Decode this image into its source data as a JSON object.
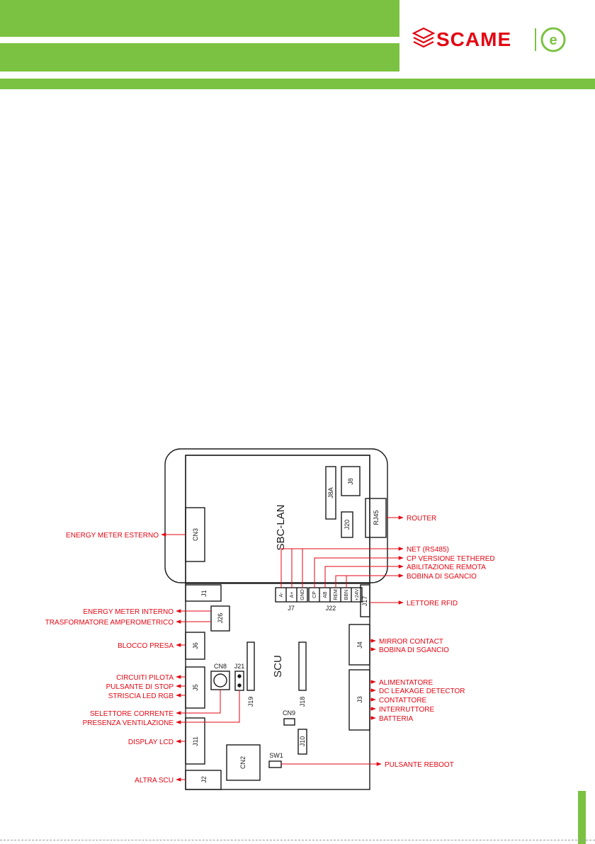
{
  "brand": {
    "name": "SCAME",
    "mark": "e",
    "color": "#7cc242",
    "logo_red": "#e30613"
  },
  "board": {
    "sbc_title": "SBC-LAN",
    "scu_title": "SCU",
    "connectors": {
      "cn3": "CN3",
      "j8a": "J8A",
      "j8": "J8",
      "rj45": "RJ45",
      "j20": "J20",
      "j1": "J1",
      "j7": "J7",
      "j22": "J22",
      "j17": "J17",
      "j26": "J26",
      "j6": "J6",
      "j4": "J4",
      "j5": "J5",
      "cn8": "CN8",
      "j21": "J21",
      "j19": "J19",
      "j18": "J18",
      "j3": "J3",
      "cn9": "CN9",
      "j11": "J11",
      "j10": "J10",
      "cn2": "CN2",
      "sw1": "SW1",
      "j2": "J2"
    },
    "pins_j7": [
      "A-",
      "A+",
      "GND"
    ],
    "pins_j22": [
      "CP",
      "AB",
      "REM",
      "BBN",
      "+24V"
    ]
  },
  "labels": {
    "router": "ROUTER",
    "energy_meter_esterno": "ENERGY METER ESTERNO",
    "net": "NET (RS485)",
    "cp_tethered": "CP VERSIONE TETHERED",
    "abilitazione_remota": "ABILITAZIONE REMOTA",
    "bobina_sgancio_1": "BOBINA DI SGANCIO",
    "lettore_rfid": "LETTORE RFID",
    "energy_meter_interno": "ENERGY METER INTERNO",
    "trasformatore": "TRASFORMATORE AMPEROMETRICO",
    "blocco_presa": "BLOCCO PRESA",
    "mirror_contact": "MIRROR CONTACT",
    "bobina_sgancio_2": "BOBINA DI SGANCIO",
    "circuiti_pilota": "CIRCUITI PILOTA",
    "pulsante_stop": "PULSANTE DI STOP",
    "striscia_led": "STRISCIA LED RGB",
    "alimentatore": "ALIMENTATORE",
    "dc_leakage": "DC LEAKAGE DETECTOR",
    "contattore": "CONTATTORE",
    "interruttore": "INTERRUTTORE",
    "batteria": "BATTERIA",
    "selettore_corrente": "SELETTORE CORRENTE",
    "presenza_ventilazione": "PRESENZA VENTILAZIONE",
    "display_lcd": "DISPLAY LCD",
    "pulsante_reboot": "PULSANTE REBOOT",
    "altra_scu": "ALTRA SCU"
  },
  "colors": {
    "line": "#1a1a1a",
    "annotation": "#e30613"
  }
}
